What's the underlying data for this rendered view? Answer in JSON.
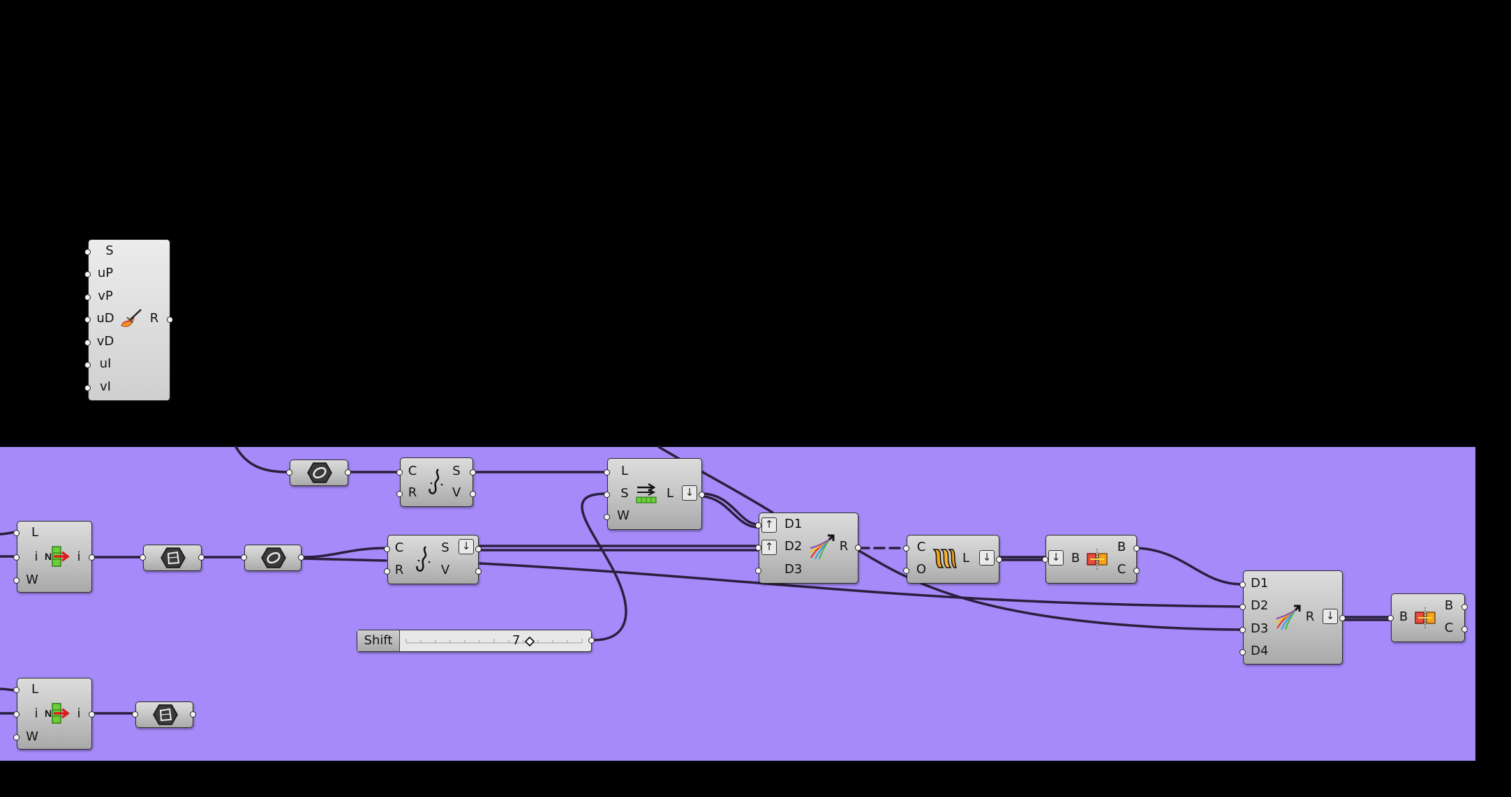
{
  "canvas": {
    "background": "#000000",
    "group_color": "#a68afa"
  },
  "components": {
    "surface_box": {
      "icon": "flame-brush-icon",
      "inputs": [
        "S",
        "uP",
        "vP",
        "uD",
        "vD",
        "uI",
        "vI"
      ],
      "outputs": [
        "R"
      ]
    },
    "list_item_top": {
      "icon": "list-item-icon",
      "inputs": [
        "L",
        "i",
        "W"
      ],
      "outputs": [
        "i"
      ],
      "center": "N"
    },
    "list_item_bottom": {
      "icon": "list-item-icon",
      "inputs": [
        "L",
        "i",
        "W"
      ],
      "outputs": [
        "i"
      ],
      "center": "N"
    },
    "param_a": {
      "icon": "hex-param-icon"
    },
    "param_b": {
      "icon": "hex-param-icon"
    },
    "param_c": {
      "icon": "hex-param-icon"
    },
    "param_d": {
      "icon": "hex-param-icon"
    },
    "split_top": {
      "icon": "curve-split-icon",
      "inputs": [
        "C",
        "R"
      ],
      "outputs": [
        "S",
        "V"
      ]
    },
    "split_mid": {
      "icon": "curve-split-icon",
      "inputs": [
        "C",
        "R"
      ],
      "outputs": [
        "S",
        "V"
      ]
    },
    "shift_list": {
      "icon": "shift-list-icon",
      "inputs": [
        "L",
        "S",
        "W"
      ],
      "outputs": [
        "L"
      ]
    },
    "merge_a": {
      "icon": "merge-arrows-icon",
      "inputs": [
        "D1",
        "D2",
        "D3"
      ],
      "outputs": [
        "R"
      ]
    },
    "loft": {
      "icon": "loft-icon",
      "inputs": [
        "C",
        "O"
      ],
      "outputs": [
        "L"
      ]
    },
    "brep_edges_a": {
      "icon": "brep-join-icon",
      "inputs": [
        "B"
      ],
      "outputs": [
        "B",
        "C"
      ]
    },
    "merge_b": {
      "icon": "merge-arrows-icon",
      "inputs": [
        "D1",
        "D2",
        "D3",
        "D4"
      ],
      "outputs": [
        "R"
      ]
    },
    "brep_edges_b": {
      "icon": "brep-join-icon",
      "inputs": [
        "B"
      ],
      "outputs": [
        "B",
        "C"
      ]
    }
  },
  "slider": {
    "name": "Shift",
    "value": "7"
  }
}
